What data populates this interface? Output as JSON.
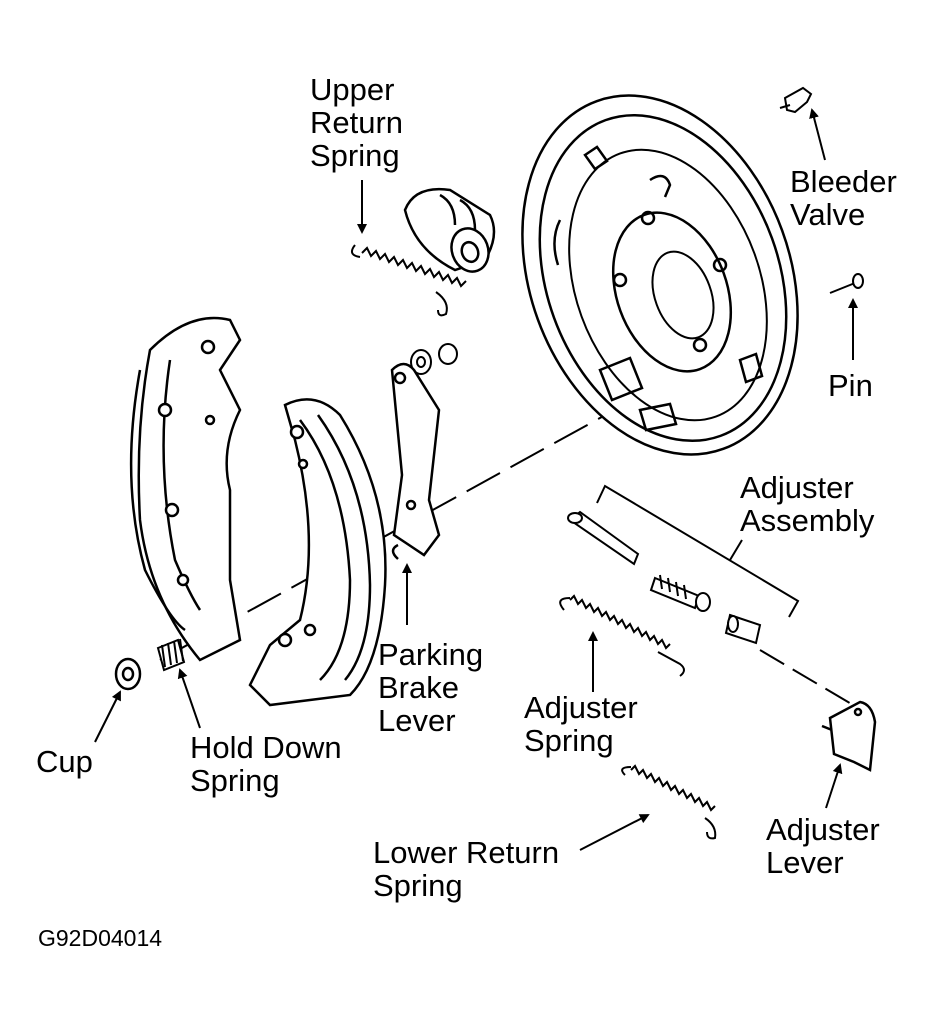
{
  "labels": {
    "upper_return_spring": [
      "Upper",
      "Return",
      "Spring"
    ],
    "bleeder_valve": [
      "Bleeder",
      "Valve"
    ],
    "pin": [
      "Pin"
    ],
    "adjuster_assembly": [
      "Adjuster",
      "Assembly"
    ],
    "parking_brake_lever": [
      "Parking",
      "Brake",
      "Lever"
    ],
    "adjuster_spring": [
      "Adjuster",
      "Spring"
    ],
    "cup": [
      "Cup"
    ],
    "hold_down_spring": [
      "Hold Down",
      "Spring"
    ],
    "lower_return_spring": [
      "Lower Return",
      "Spring"
    ],
    "adjuster_lever": [
      "Adjuster",
      "Lever"
    ]
  },
  "figure_id": "G92D04014",
  "colors": {
    "ink": "#000000",
    "background": "#ffffff"
  }
}
